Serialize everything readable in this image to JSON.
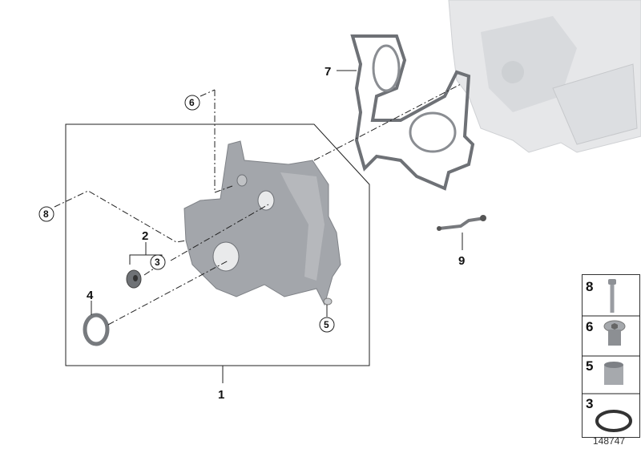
{
  "diagram": {
    "callouts": {
      "part1": "1",
      "part2": "2",
      "part3": "3",
      "part4": "4",
      "part5": "5",
      "part6": "6",
      "part7": "7",
      "part8": "8",
      "part9": "9"
    },
    "legend": [
      {
        "number": "8",
        "icon": "bolt-icon"
      },
      {
        "number": "6",
        "icon": "screw-plug-icon"
      },
      {
        "number": "5",
        "icon": "dowel-sleeve-icon"
      },
      {
        "number": "3",
        "icon": "o-ring-icon"
      }
    ],
    "catalog_number": "148747",
    "colors": {
      "part": "#9a9da2",
      "block": "#e4e5e7",
      "gasket": "#8a8d92",
      "line": "#222222"
    }
  }
}
